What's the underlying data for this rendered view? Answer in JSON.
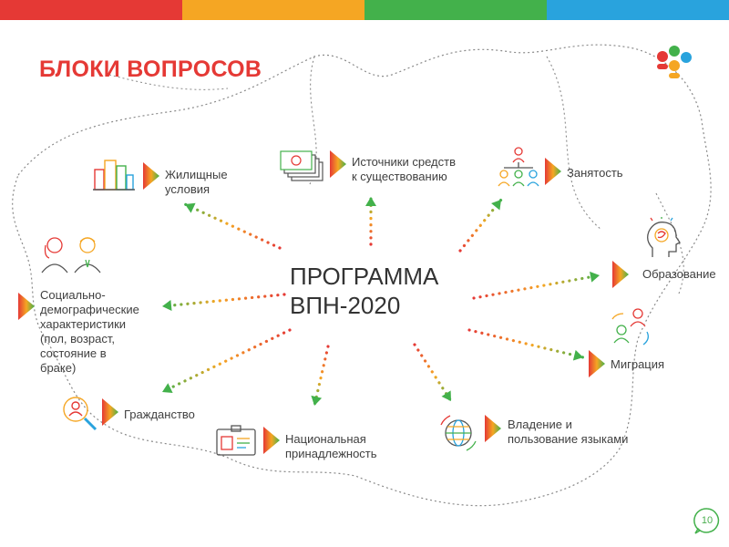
{
  "colors": {
    "bar": [
      "#e53935",
      "#f5a623",
      "#43b14b",
      "#29a3dd"
    ],
    "title": "#e53935",
    "arrow_from": "#e53935",
    "arrow_to": "#43b14b"
  },
  "title": "БЛОКИ ВОПРОСОВ",
  "center": {
    "line1": "ПРОГРАММА",
    "line2": "ВПН-2020"
  },
  "blocks": {
    "housing": {
      "label": "Жилищные\nусловия",
      "icon": "buildings-icon"
    },
    "income": {
      "label": "Источники средств\nк существованию",
      "icon": "money-icon"
    },
    "employment": {
      "label": "Занятость",
      "icon": "org-chart-icon"
    },
    "education": {
      "label": "Образование",
      "icon": "brain-head-icon"
    },
    "migration": {
      "label": "Миграция",
      "icon": "people-move-icon"
    },
    "languages": {
      "label": "Владение и\nпользование языками",
      "icon": "globe-icon"
    },
    "nationality": {
      "label": "Национальная\nпринадлежность",
      "icon": "id-card-icon"
    },
    "citizenship": {
      "label": "Гражданство",
      "icon": "magnifier-person-icon"
    },
    "demography": {
      "label": "Социально-\nдемографические\nхарактеристики\n(пол, возраст,\nсостояние в\nбраке)",
      "icon": "couple-icon"
    }
  },
  "page_number": "10"
}
